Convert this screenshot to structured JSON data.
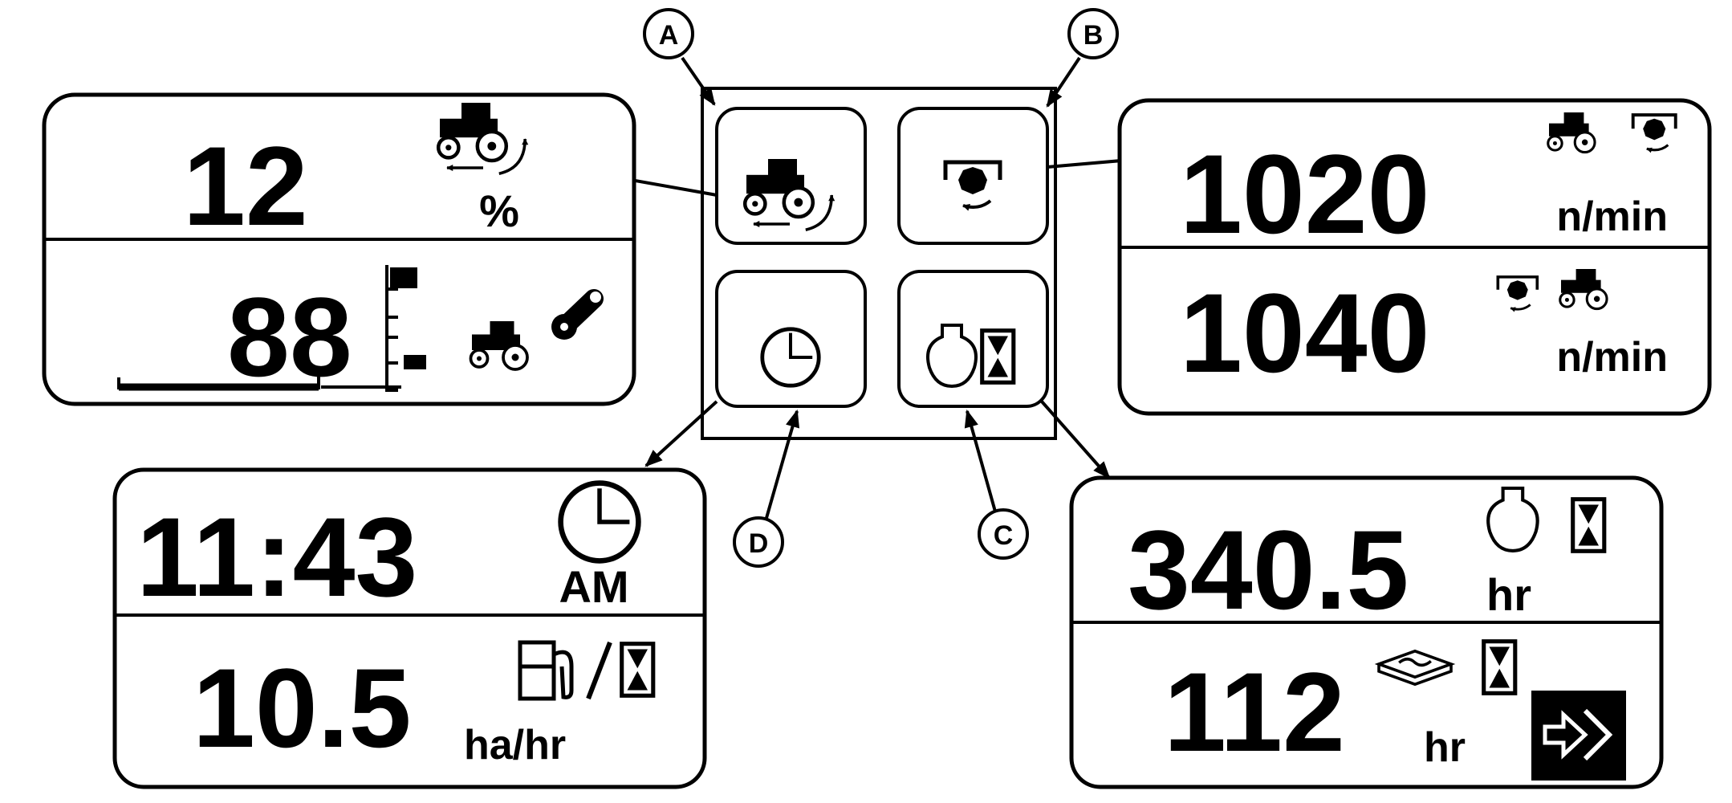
{
  "callouts": {
    "a": "A",
    "b": "B",
    "c": "C",
    "d": "D"
  },
  "panels": {
    "wheel_slip": {
      "value": "12",
      "unit": "%"
    },
    "hitch_position": {
      "value": "88"
    },
    "pto_speed_actual": {
      "value": "1020",
      "unit": "n/min"
    },
    "pto_speed_set": {
      "value": "1040",
      "unit": "n/min"
    },
    "clock": {
      "time": "11:43",
      "period": "AM"
    },
    "work_rate": {
      "value": "10.5",
      "unit": "ha/hr"
    },
    "engine_hours": {
      "value": "340.5",
      "unit": "hr"
    },
    "service_hours": {
      "value": "112",
      "unit": "hr"
    }
  },
  "icons": [
    "tractor-wheel-slip-icon",
    "pto-icon",
    "clock-icon",
    "engine-hourglass-icon",
    "hitch-arm-icon",
    "fuel-pump-icon",
    "hourglass-icon",
    "service-manual-icon",
    "exit-arrow-icon"
  ]
}
